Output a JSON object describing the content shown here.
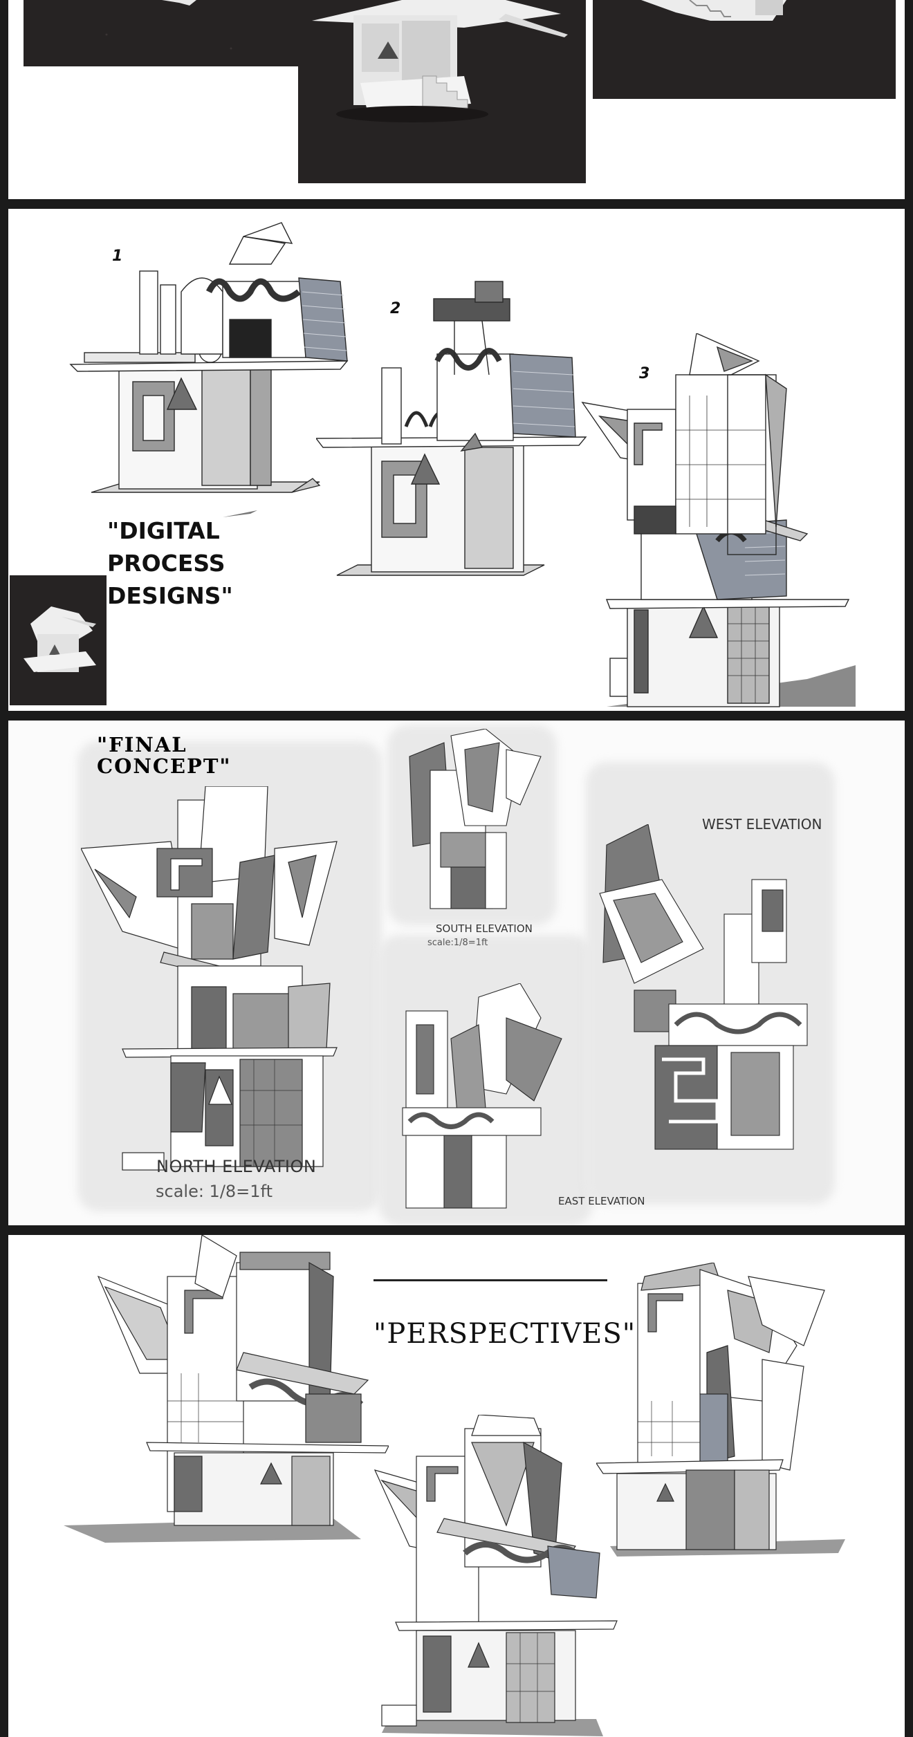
{
  "boards": {
    "photos": {},
    "process": {
      "design_numbers": [
        "1",
        "2",
        "3"
      ],
      "title": "\"DIGITAL\nPROCESS\nDESIGNS\""
    },
    "final": {
      "title": "\"FINAL\nCONCEPT\"",
      "north": {
        "label": "NORTH ELEVATION",
        "scale": "scale: 1/8=1ft"
      },
      "south": {
        "label": "SOUTH ELEVATION",
        "scale": "scale:1/8=1ft"
      },
      "west": {
        "label": "WEST ELEVATION"
      },
      "east": {
        "label": "EAST ELEVATION"
      }
    },
    "perspectives": {
      "title": "\"PERSPECTIVES\""
    }
  },
  "colors": {
    "page_background": "#1b1b1b",
    "board_background": "#ffffff",
    "photo_backdrop": "#262323",
    "model_white": "#f2f2f2",
    "shade_dark": "#6f6f6f",
    "shade_light": "#b9b9b9",
    "line": "#2a2a2a"
  }
}
